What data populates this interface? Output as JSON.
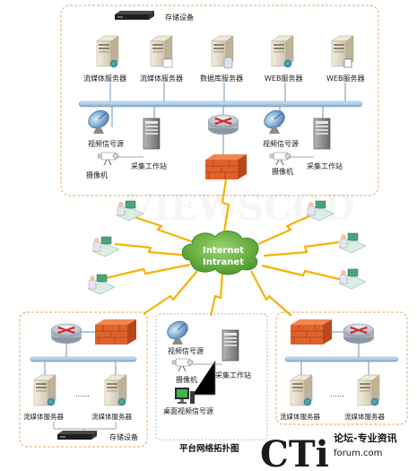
{
  "top_zone": {
    "storage_label": "存储设备",
    "servers": [
      "流媒体服务器",
      "流媒体服务器",
      "数据库服务器",
      "WEB服务器",
      "WEB服务器"
    ],
    "video_source_left": "视频信号源",
    "camera_left": "摄像机",
    "workstation_left": "采集工作站",
    "video_source_right": "视频信号源",
    "camera_right": "摄像机",
    "workstation_right": "采集工作站"
  },
  "cloud": {
    "line1": "Internet",
    "line2": "Intranet"
  },
  "watermark_center": "VIEWSCOD",
  "bottom_left": {
    "server1": "流媒体服务器",
    "server2": "流媒体服务器",
    "ellipsis": "……",
    "storage_label": "存储设备"
  },
  "bottom_middle": {
    "video_source": "视频信号源",
    "camera": "摄像机",
    "workstation": "采集工作站",
    "desktop_source": "桌面视频信号源"
  },
  "bottom_right": {
    "server1": "流媒体服务器",
    "server2": "流媒体服务器",
    "ellipsis": "……"
  },
  "caption": "平台网络拓扑图",
  "site_watermark": {
    "logo": "CTi",
    "line1": "论坛-专业资讯",
    "line2": "forum.com"
  },
  "colors": {
    "zone_border": "#e7a76b",
    "backbone": "#8fb7d9",
    "lightning": "#f6b100",
    "cloud": "#6db24a",
    "firewall": "#e0622a"
  }
}
